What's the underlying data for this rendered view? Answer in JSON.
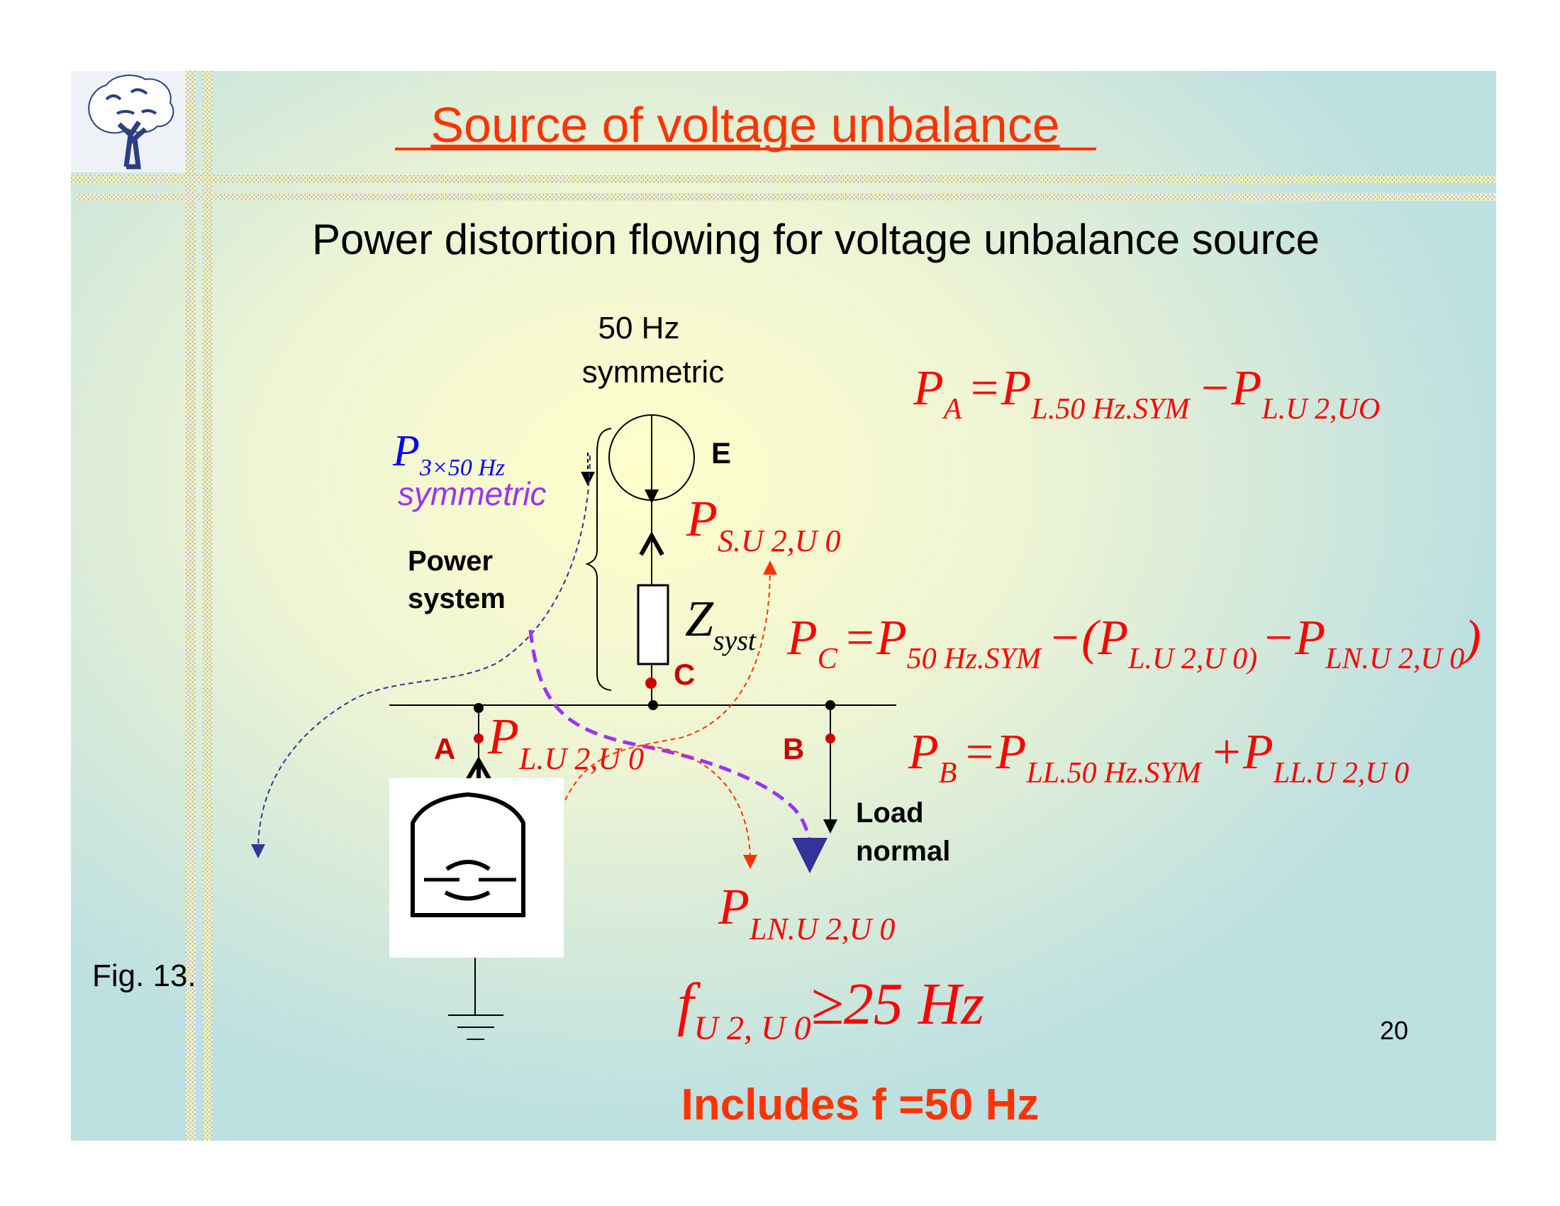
{
  "slide": {
    "title": "Source of voltage unbalance",
    "subtitle": "Power distortion flowing for voltage unbalance source",
    "figure_label": "Fig. 13.",
    "page_number": "20",
    "footer_note": "Includes f =50 Hz",
    "colors": {
      "title": "#ff3300",
      "formula": "#ff0000",
      "blue": "#0000ff",
      "purple": "#9933ff",
      "node_dot": "#cc0000",
      "background": "#bde0e0",
      "center_glow": "#ffffcc"
    }
  },
  "logo": {
    "icon": "tree-icon"
  },
  "diagram": {
    "source_label_1": "50 Hz",
    "source_label_2": "symmetric",
    "source_name": "E",
    "p3_main": "P",
    "p3_sub": "3×50 Hz",
    "p3_note": "symmetric",
    "power_system_1": "Power",
    "power_system_2": "system",
    "ps_main": "P",
    "ps_sub": "S.U 2,U 0",
    "z_main": "Z",
    "z_sub": "syst",
    "node_c": "C",
    "node_a": "A",
    "node_b": "B",
    "pl_main": "P",
    "pl_sub": "L.U 2,U 0",
    "load_1": "Load",
    "load_2": "normal",
    "pln_main": "P",
    "pln_sub": "LN.U 2,U 0",
    "freq_main": "f",
    "freq_sub": "U 2, U 0",
    "freq_rel": "≥25 Hz"
  },
  "equations": {
    "pa": {
      "lhs": "P",
      "lhs_sub": "A",
      "eq": "=",
      "t1": "P",
      "t1_sub": "L.50 Hz.SYM",
      "op": "−",
      "t2": "P",
      "t2_sub": "L.U 2,UO"
    },
    "pc": {
      "lhs": "P",
      "lhs_sub": "C",
      "eq": "=",
      "t1": "P",
      "t1_sub": "50 Hz.SYM",
      "op": "−(",
      "t2": "P",
      "t2_sub": "L.U 2,U 0)",
      "op2": "−",
      "t3": "P",
      "t3_sub": "LN.U 2,U 0",
      "close": ")"
    },
    "pb": {
      "lhs": "P",
      "lhs_sub": "B",
      "eq": "=",
      "t1": "P",
      "t1_sub": "LL.50 Hz.SYM",
      "op": "+",
      "t2": "P",
      "t2_sub": "LL.U 2,U 0"
    }
  }
}
